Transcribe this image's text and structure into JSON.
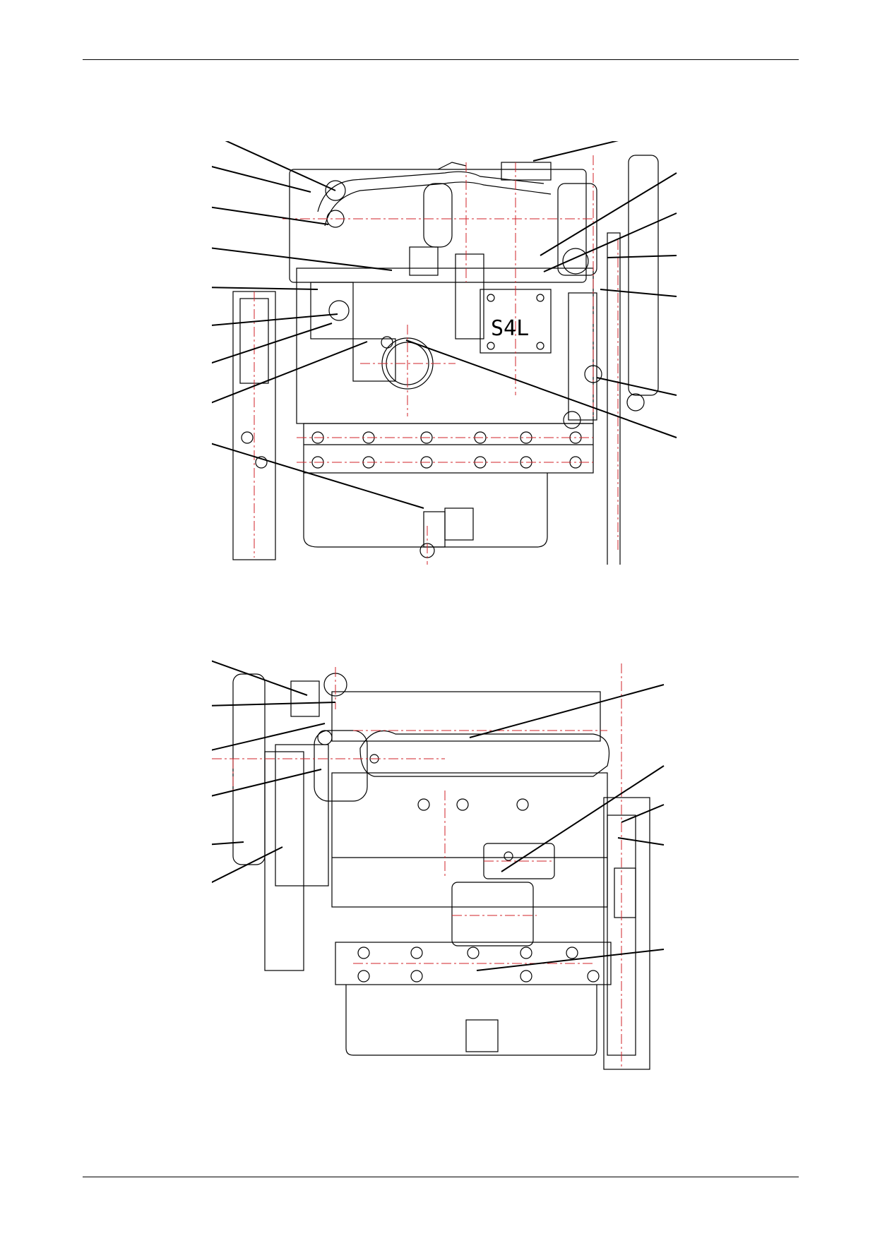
{
  "figures": [
    {
      "name": "engine-view-1",
      "block_marking": "S4L"
    },
    {
      "name": "engine-view-2"
    }
  ],
  "colors": {
    "ink": "#000000",
    "centerline": "#d2232a",
    "paper": "#ffffff"
  }
}
